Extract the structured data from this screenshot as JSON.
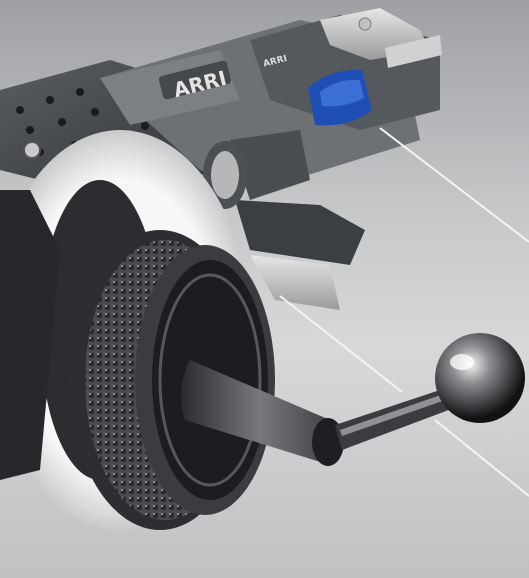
{
  "brand": {
    "logo": "ARRI",
    "plate_label": "ARRI"
  },
  "colors": {
    "background": "#c6c8ca",
    "metal_dark": "#2b2d30",
    "metal_mid": "#5b5e62",
    "aluminum": "#b8b9bb",
    "white_ring": "#f4f4f4",
    "clamp_blue": "#1f4fb5"
  },
  "callouts": [
    {
      "name": "clamp-lever-callout"
    },
    {
      "name": "bracket-callout"
    },
    {
      "name": "crank-handle-callout"
    }
  ]
}
